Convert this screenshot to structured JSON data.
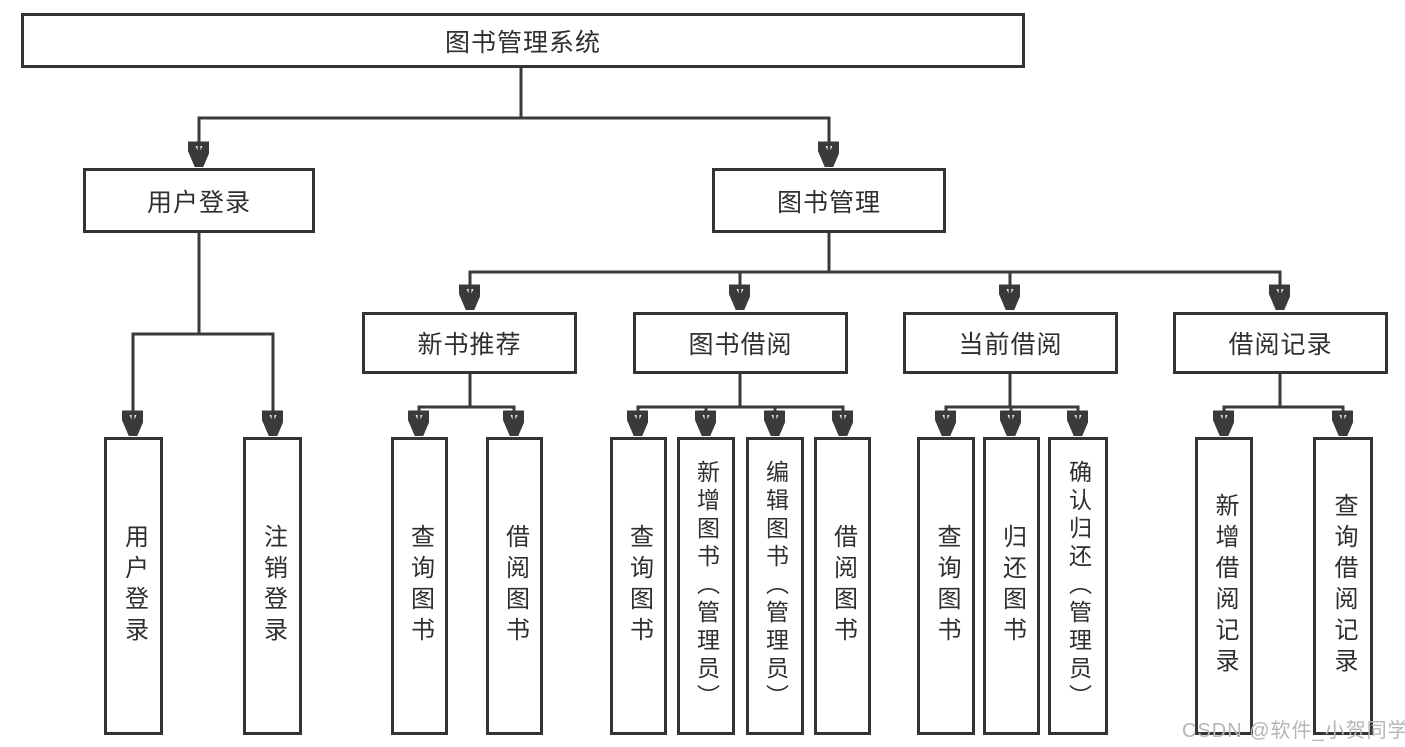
{
  "colors": {
    "line": "#3a3a3a",
    "box_border": "#343434",
    "text": "#2f2f2f",
    "watermark": "#b6b6b6"
  },
  "nodes": {
    "root": "图书管理系统",
    "user_login": "用户登录",
    "book_management": "图书管理",
    "new_book_recommend": "新书推荐",
    "book_borrow": "图书借阅",
    "current_borrow": "当前借阅",
    "borrow_record": "借阅记录",
    "leaf_user_login": "用户登录",
    "leaf_logout": "注销登录",
    "leaf_rec_query_book": "查询图书",
    "leaf_rec_borrow_book": "借阅图书",
    "leaf_bb_query_book": "查询图书",
    "leaf_bb_add_book": "新增图书（管理员）",
    "leaf_bb_edit_book": "编辑图书（管理员）",
    "leaf_bb_borrow_book": "借阅图书",
    "leaf_cb_query_book": "查询图书",
    "leaf_cb_return_book": "归还图书",
    "leaf_cb_confirm_return": "确认归还（管理员）",
    "leaf_br_add_record": "新增借阅记录",
    "leaf_br_query_record": "查询借阅记录"
  },
  "watermark": "CSDN @软件_小贺同学"
}
